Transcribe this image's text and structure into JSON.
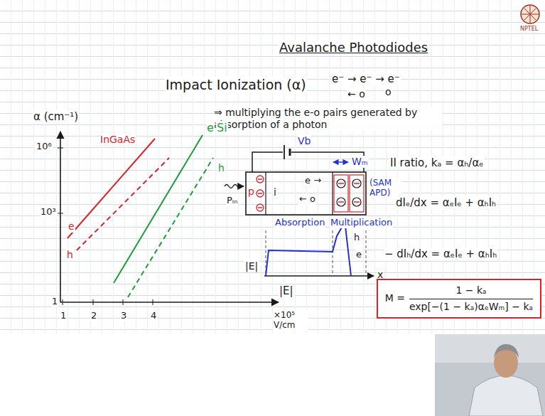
{
  "diagram": {
    "title": "Avalanche Photodiodes",
    "nodes": [
      {
        "text": [
          "M =",
          "1 − kₐ",
          "exp[−(1 − kₐ)αₑWₘ] − kₐ"
        ]
      }
    ],
    "labels": [
      "Impact Ionization (α)",
      "e⁻ → e⁻ → e⁻",
      "o",
      "← o",
      "⇒ multiplying the e-o pairs generated by absorption of a photon",
      "α (cm⁻¹)",
      "10⁶",
      "10³",
      "1",
      "InGaAs",
      "e",
      "h",
      "e",
      "Si",
      "h",
      "1",
      "2",
      "3",
      "4",
      "|E|",
      "×10⁵ V/cm",
      "Vb",
      "Wₘ",
      "p",
      "i",
      "e →",
      "← o",
      "(SAM APD)",
      "Pᵢₙ",
      "Absorption",
      "Multiplication",
      "|E|",
      "e",
      "h",
      "x",
      "II ratio, kₐ = αₕ/αₑ",
      "dIₑ/dx = αₑIₑ + αₕIₕ",
      "− dIₕ/dx = αₑIₑ + αₕIₕ",
      "NPTEL"
    ]
  }
}
